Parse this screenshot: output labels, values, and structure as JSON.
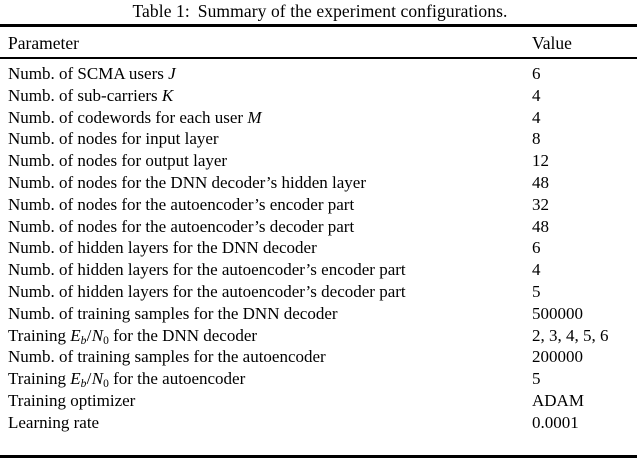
{
  "caption": {
    "label": "Table 1:",
    "text": "Summary of the experiment configurations."
  },
  "table": {
    "headers": {
      "parameter": "Parameter",
      "value": "Value"
    },
    "rows": [
      {
        "parameter_prefix": "Numb. of SCMA users",
        "symbol": "J",
        "symbol_type": "italic",
        "parameter_suffix": "",
        "value": "6"
      },
      {
        "parameter_prefix": "Numb. of sub-carriers",
        "symbol": "K",
        "symbol_type": "italic",
        "parameter_suffix": "",
        "value": "4"
      },
      {
        "parameter_prefix": "Numb. of codewords for each user",
        "symbol": "M",
        "symbol_type": "italic",
        "parameter_suffix": "",
        "value": "4"
      },
      {
        "parameter_prefix": "Numb. of nodes for input layer",
        "symbol": "",
        "symbol_type": "none",
        "parameter_suffix": "",
        "value": "8"
      },
      {
        "parameter_prefix": "Numb. of nodes for output layer",
        "symbol": "",
        "symbol_type": "none",
        "parameter_suffix": "",
        "value": "12"
      },
      {
        "parameter_prefix": "Numb. of nodes for the DNN decoder’s hidden layer",
        "symbol": "",
        "symbol_type": "none",
        "parameter_suffix": "",
        "value": "48"
      },
      {
        "parameter_prefix": "Numb. of nodes for the autoencoder’s encoder part",
        "symbol": "",
        "symbol_type": "none",
        "parameter_suffix": "",
        "value": "32"
      },
      {
        "parameter_prefix": "Numb. of nodes for the autoencoder’s decoder part",
        "symbol": "",
        "symbol_type": "none",
        "parameter_suffix": "",
        "value": "48"
      },
      {
        "parameter_prefix": "Numb. of hidden layers for the DNN decoder",
        "symbol": "",
        "symbol_type": "none",
        "parameter_suffix": "",
        "value": "6"
      },
      {
        "parameter_prefix": "Numb. of hidden layers for the autoencoder’s encoder part",
        "symbol": "",
        "symbol_type": "none",
        "parameter_suffix": "",
        "value": "4"
      },
      {
        "parameter_prefix": "Numb. of hidden layers for the autoencoder’s decoder part",
        "symbol": "",
        "symbol_type": "none",
        "parameter_suffix": "",
        "value": "5"
      },
      {
        "parameter_prefix": "Numb. of training samples for the DNN decoder",
        "symbol": "",
        "symbol_type": "none",
        "parameter_suffix": "",
        "value": "500000"
      },
      {
        "parameter_prefix": "Training",
        "symbol": "Eb/N0",
        "symbol_type": "ebn0",
        "parameter_suffix": "for the DNN decoder",
        "value": "2, 3, 4, 5, 6"
      },
      {
        "parameter_prefix": "Numb. of training samples for the autoencoder",
        "symbol": "",
        "symbol_type": "none",
        "parameter_suffix": "",
        "value": "200000"
      },
      {
        "parameter_prefix": "Training",
        "symbol": "Eb/N0",
        "symbol_type": "ebn0",
        "parameter_suffix": "for the autoencoder",
        "value": "5"
      },
      {
        "parameter_prefix": "Training optimizer",
        "symbol": "",
        "symbol_type": "none",
        "parameter_suffix": "",
        "value": "ADAM"
      },
      {
        "parameter_prefix": "Learning rate",
        "symbol": "",
        "symbol_type": "none",
        "parameter_suffix": "",
        "value": "0.0001"
      }
    ]
  },
  "style": {
    "text_color": "#000000",
    "background_color": "#ffffff",
    "rule_color": "#000000"
  }
}
